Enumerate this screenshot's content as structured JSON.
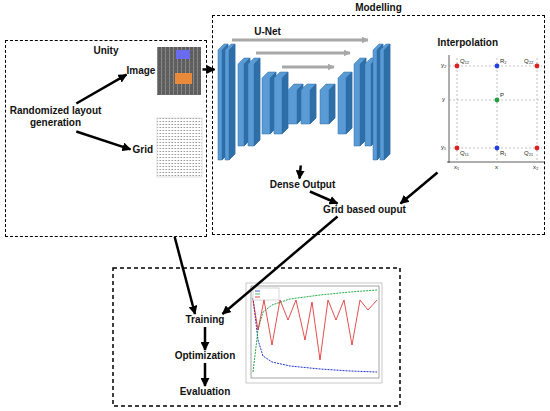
{
  "diagram": {
    "nodes": [
      {
        "text": [
          "Unity"
        ]
      },
      {
        "text": [
          "Randomized layout generation"
        ],
        "in": 0
      },
      {
        "text": [
          "Image"
        ],
        "in": 0
      },
      {
        "text": [
          "Grid"
        ],
        "in": 0
      },
      {
        "text": [
          "Modelling"
        ]
      },
      {
        "text": [
          "U-Net"
        ],
        "in": 4
      },
      {
        "text": [
          "Interpolation"
        ],
        "in": 4
      },
      {
        "text": [
          "Dense Output"
        ],
        "in": 4
      },
      {
        "text": [
          "Grid based ouput"
        ],
        "in": 4
      },
      {
        "text": [
          "Training"
        ]
      },
      {
        "text": [
          "Optimization"
        ]
      },
      {
        "text": [
          "Evaluation"
        ]
      }
    ],
    "edges": [
      {
        "from": 1,
        "to": 2,
        "arrow": "to"
      },
      {
        "from": 1,
        "to": 3,
        "arrow": "to"
      },
      {
        "from": 2,
        "to": 5,
        "arrow": "to"
      },
      {
        "from": 5,
        "to": 7,
        "arrow": "to"
      },
      {
        "from": 7,
        "to": 8,
        "arrow": "to"
      },
      {
        "from": 6,
        "to": 8,
        "arrow": "to"
      },
      {
        "from": 8,
        "to": 9,
        "arrow": "to"
      },
      {
        "from": 0,
        "to": 9,
        "arrow": "to"
      },
      {
        "from": 9,
        "to": 10,
        "arrow": "to"
      },
      {
        "from": 10,
        "to": 11,
        "arrow": "to"
      }
    ],
    "labels": [
      "y₂",
      "Q₁₂",
      "R₂",
      "Q₂₂",
      "y",
      "P",
      "y₁",
      "Q₁₁",
      "R₁",
      "Q₂₁",
      "x₁",
      "x",
      "x₂"
    ]
  }
}
